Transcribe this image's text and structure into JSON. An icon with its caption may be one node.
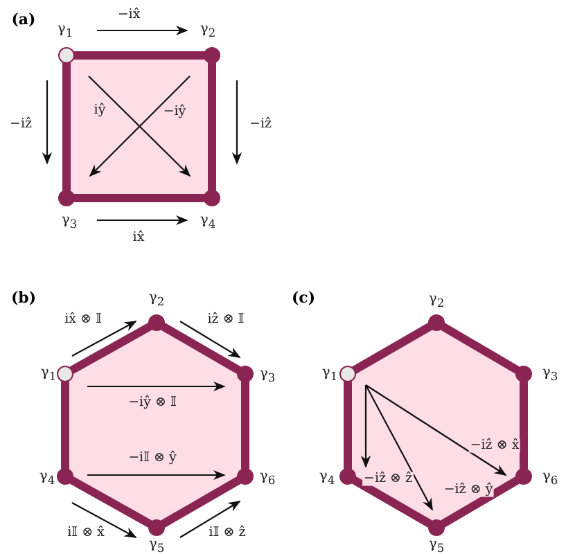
{
  "diagram": {
    "nodes": [
      {
        "text": [],
        "shape": "circle",
        "beside": [
          "γ$_{1}$"
        ]
      },
      {
        "text": [],
        "shape": "circle",
        "beside": [
          "γ$_{2}$"
        ]
      },
      {
        "text": [],
        "shape": "circle",
        "beside": [
          "γ$_{3}$"
        ]
      },
      {
        "text": [],
        "shape": "circle",
        "beside": [
          "γ$_{4}$"
        ]
      },
      {
        "text": [],
        "shape": "circle",
        "beside": [
          "γ$_{1}$"
        ]
      },
      {
        "text": [],
        "shape": "circle",
        "beside": [
          "γ$_{2}$"
        ]
      },
      {
        "text": [],
        "shape": "circle",
        "beside": [
          "γ$_{3}$"
        ]
      },
      {
        "text": [],
        "shape": "circle",
        "beside": [
          "γ$_{4}$"
        ]
      },
      {
        "text": [],
        "shape": "circle",
        "beside": [
          "γ$_{5}$"
        ]
      },
      {
        "text": [],
        "shape": "circle",
        "beside": [
          "γ$_{6}$"
        ]
      },
      {
        "text": [],
        "shape": "circle",
        "beside": [
          "γ$_{1}$"
        ]
      },
      {
        "text": [],
        "shape": "circle",
        "beside": [
          "γ$_{2}$"
        ]
      },
      {
        "text": [],
        "shape": "circle",
        "beside": [
          "γ$_{3}$"
        ]
      },
      {
        "text": [],
        "shape": "circle",
        "beside": [
          "γ$_{4}$"
        ]
      },
      {
        "text": [],
        "shape": "circle",
        "beside": [
          "γ$_{5}$"
        ]
      },
      {
        "text": [],
        "shape": "circle",
        "beside": [
          "γ$_{6}$"
        ]
      }
    ],
    "edges": [
      {
        "from": 0,
        "to": 1,
        "arrow": "none"
      },
      {
        "from": 1,
        "to": 3,
        "arrow": "none"
      },
      {
        "from": 3,
        "to": 2,
        "arrow": "none"
      },
      {
        "from": 2,
        "to": 0,
        "arrow": "none"
      },
      {
        "from": 0,
        "to": 1,
        "arrow": "to",
        "label": "−ix̂",
        "color": "#111111"
      },
      {
        "from": 0,
        "to": 2,
        "arrow": "to",
        "label": "−iẑ",
        "color": "#111111"
      },
      {
        "from": 1,
        "to": 3,
        "arrow": "to",
        "label": "−iẑ",
        "color": "#111111"
      },
      {
        "from": 0,
        "to": 3,
        "arrow": "to",
        "label": "iŷ",
        "color": "#111111"
      },
      {
        "from": 1,
        "to": 2,
        "arrow": "to",
        "label": "−iŷ",
        "color": "#111111"
      },
      {
        "from": 2,
        "to": 3,
        "arrow": "to",
        "label": "ix̂",
        "color": "#111111"
      },
      {
        "from": 4,
        "to": 5,
        "arrow": "none"
      },
      {
        "from": 5,
        "to": 6,
        "arrow": "none"
      },
      {
        "from": 6,
        "to": 9,
        "arrow": "none"
      },
      {
        "from": 9,
        "to": 8,
        "arrow": "none"
      },
      {
        "from": 8,
        "to": 7,
        "arrow": "none"
      },
      {
        "from": 7,
        "to": 4,
        "arrow": "none"
      },
      {
        "from": 4,
        "to": 5,
        "arrow": "to",
        "label": "ix̂ ⊗ 𝕀",
        "color": "#111111"
      },
      {
        "from": 5,
        "to": 6,
        "arrow": "to",
        "label": "iẑ ⊗ 𝕀",
        "color": "#111111"
      },
      {
        "from": 4,
        "to": 6,
        "arrow": "to",
        "label": "−iŷ ⊗ 𝕀",
        "color": "#111111"
      },
      {
        "from": 7,
        "to": 9,
        "arrow": "to",
        "label": "−i𝕀 ⊗ ŷ",
        "color": "#111111"
      },
      {
        "from": 7,
        "to": 8,
        "arrow": "to",
        "label": "i𝕀 ⊗ x̂",
        "color": "#111111"
      },
      {
        "from": 8,
        "to": 9,
        "arrow": "to",
        "label": "i𝕀 ⊗ ẑ",
        "color": "#111111"
      },
      {
        "from": 10,
        "to": 11,
        "arrow": "none"
      },
      {
        "from": 11,
        "to": 12,
        "arrow": "none"
      },
      {
        "from": 12,
        "to": 15,
        "arrow": "none"
      },
      {
        "from": 15,
        "to": 14,
        "arrow": "none"
      },
      {
        "from": 14,
        "to": 13,
        "arrow": "none"
      },
      {
        "from": 13,
        "to": 10,
        "arrow": "none"
      },
      {
        "from": 10,
        "to": 13,
        "arrow": "to",
        "label": "−iẑ ⊗ ẑ",
        "color": "#111111"
      },
      {
        "from": 10,
        "to": 14,
        "arrow": "to",
        "label": "−iẑ ⊗ ŷ",
        "color": "#111111"
      },
      {
        "from": 10,
        "to": 15,
        "arrow": "to",
        "label": "−iẑ ⊗ x̂",
        "color": "#111111"
      }
    ],
    "labels": [
      "(a)",
      "(b)",
      "(c)"
    ]
  }
}
